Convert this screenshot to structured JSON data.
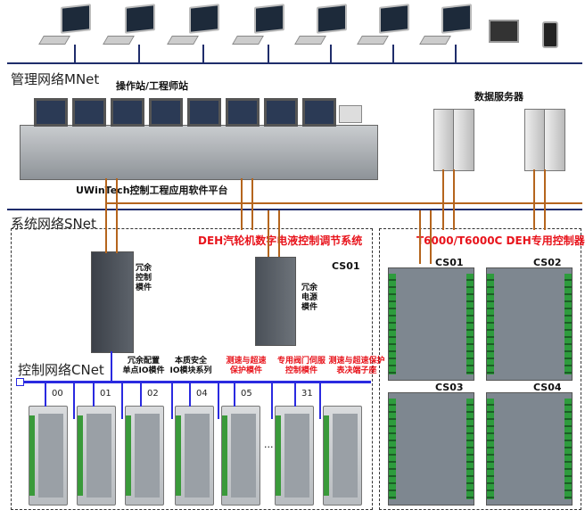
{
  "networks": {
    "mnet": "管理网络MNet",
    "snet": "系统网络SNet",
    "cnet": "控制网络CNet"
  },
  "workstations_label": "操作站/工程师站",
  "data_server_label": "数据服务器",
  "platform_label": "UWinTech控制工程应用软件平台",
  "deh_system": {
    "title": "DEH汽轮机数字电液控制调节系统",
    "cabinet": "CS01",
    "redundant_controller": "冗余\n控制\n模件",
    "redundant_power": "冗余\n电源\n模件",
    "module_labels": [
      {
        "text": "冗余配置\n单点IO模件",
        "color": "#111111"
      },
      {
        "text": "本质安全\nIO模块系列",
        "color": "#111111"
      },
      {
        "text": "测速与超速\n保护模件",
        "color": "#e8141c"
      },
      {
        "text": "专用阀门伺服\n控制模件",
        "color": "#e8141c"
      },
      {
        "text": "测速与超速保护\n表决端子座",
        "color": "#e8141c"
      }
    ],
    "addresses": [
      "00",
      "01",
      "02",
      "04",
      "05",
      "31"
    ],
    "ellipsis": "..."
  },
  "t6000": {
    "title": "T6000/T6000C DEH专用控制器",
    "cabinets": [
      "CS01",
      "CS02",
      "CS03",
      "CS04"
    ]
  },
  "colors": {
    "network": "#1f2d6b",
    "cnet": "#2a2ae0",
    "link": "#b5651d",
    "accent": "#e8141c"
  }
}
